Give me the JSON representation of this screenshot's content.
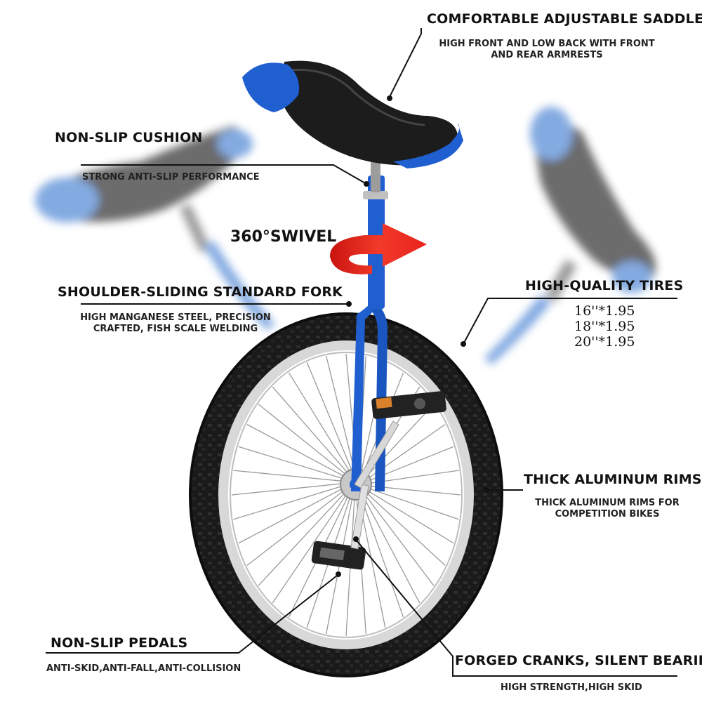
{
  "labels": {
    "saddle": {
      "title": "COMFORTABLE ADJUSTABLE SADDLE",
      "sub1": "HIGH FRONT AND LOW BACK WITH FRONT",
      "sub2": "AND REAR ARMRESTS"
    },
    "cushion": {
      "title": "NON-SLIP CUSHION",
      "sub": "STRONG ANTI-SLIP PERFORMANCE"
    },
    "swivel": "360°SWIVEL",
    "fork": {
      "title": "SHOULDER-SLIDING STANDARD FORK",
      "sub1": "HIGH MANGANESE STEEL, PRECISION",
      "sub2": "CRAFTED, FISH SCALE WELDING"
    },
    "tires": {
      "title": "HIGH-QUALITY TIRES",
      "sizes": [
        "16''*1.95",
        "18''*1.95",
        "20''*1.95"
      ]
    },
    "rims": {
      "title": "THICK ALUMINUM RIMS",
      "sub1": "THICK ALUMINUM RIMS FOR",
      "sub2": "COMPETITION BIKES"
    },
    "pedals": {
      "title": "NON-SLIP PEDALS",
      "sub": "ANTI-SKID,ANTI-FALL,ANTI-COLLISION"
    },
    "cranks": {
      "title": "FORGED CRANKS, SILENT BEARINGS",
      "sub": "HIGH STRENGTH,HIGH SKID"
    }
  },
  "colors": {
    "frame": "#1f5fd0",
    "tire": "#1a1a1a",
    "rim": "#f4f4f4",
    "arrow": "#e8231c",
    "saddle": "#1c1c1c"
  }
}
